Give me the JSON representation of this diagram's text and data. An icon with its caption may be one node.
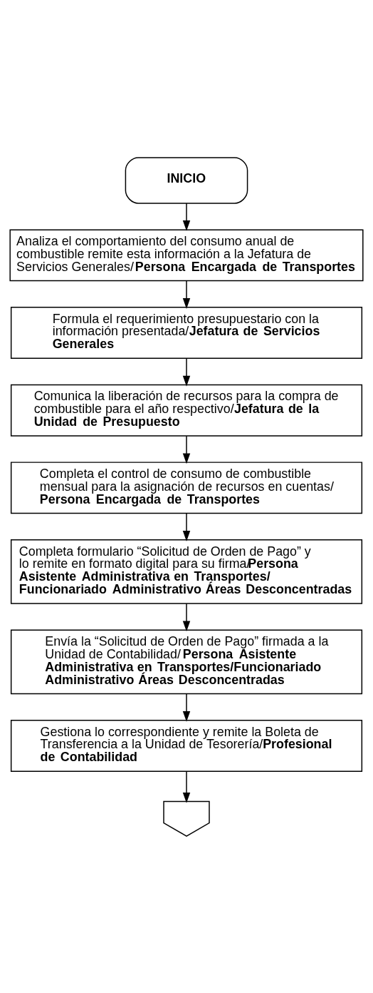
{
  "diagram": {
    "nodes": [
      {
        "text": [
          "INICIO"
        ]
      },
      {
        "text": [
          "Analiza el comportamiento del consumo anual de combustible remite esta información a la Jefatura de Servicios Generales/**Persona Encargada de Transportes**"
        ]
      },
      {
        "text": [
          "Formula el requerimiento presupuestario con la información presentada/**Jefatura de Servicios Generales**"
        ]
      },
      {
        "text": [
          "Comunica la liberación de recursos para la compra de combustible para el año respectivo/**Jefatura de la Unidad de Presupuesto**"
        ]
      },
      {
        "text": [
          "Completa el control de consumo de combustible mensual para la asignación de recursos en cuentas/ **Persona Encargada de Transportes**"
        ]
      },
      {
        "text": [
          "Completa formulario “Solicitud de Orden de Pago” y lo remite en formato digital para su firma/**Persona Asistente Administrativa en Transportes/ Funcionariado Administrativo Áreas Desconcentradas**"
        ]
      },
      {
        "text": [
          "Envía la “Solicitud de Orden de Pago” firmada a la Unidad de Contabilidad/**Persona Asistente Administrativa en Transportes/Funcionariado Administrativo Áreas Desconcentradas**"
        ]
      },
      {
        "text": [
          "Gestiona lo correspondiente y remite la Boleta de Transferencia a la Unidad de Tesorería/**Profesional de Contabilidad**"
        ]
      },
      {
        "text": [],
        "shape": "pentagon"
      }
    ],
    "edges": [
      {
        "from": 0,
        "to": 1,
        "arrow": "to"
      },
      {
        "from": 1,
        "to": 2,
        "arrow": "to"
      },
      {
        "from": 2,
        "to": 3,
        "arrow": "to"
      },
      {
        "from": 3,
        "to": 4,
        "arrow": "to"
      },
      {
        "from": 4,
        "to": 5,
        "arrow": "to"
      },
      {
        "from": 5,
        "to": 6,
        "arrow": "to"
      },
      {
        "from": 6,
        "to": 7,
        "arrow": "to"
      },
      {
        "from": 7,
        "to": 8,
        "arrow": "to"
      }
    ]
  }
}
